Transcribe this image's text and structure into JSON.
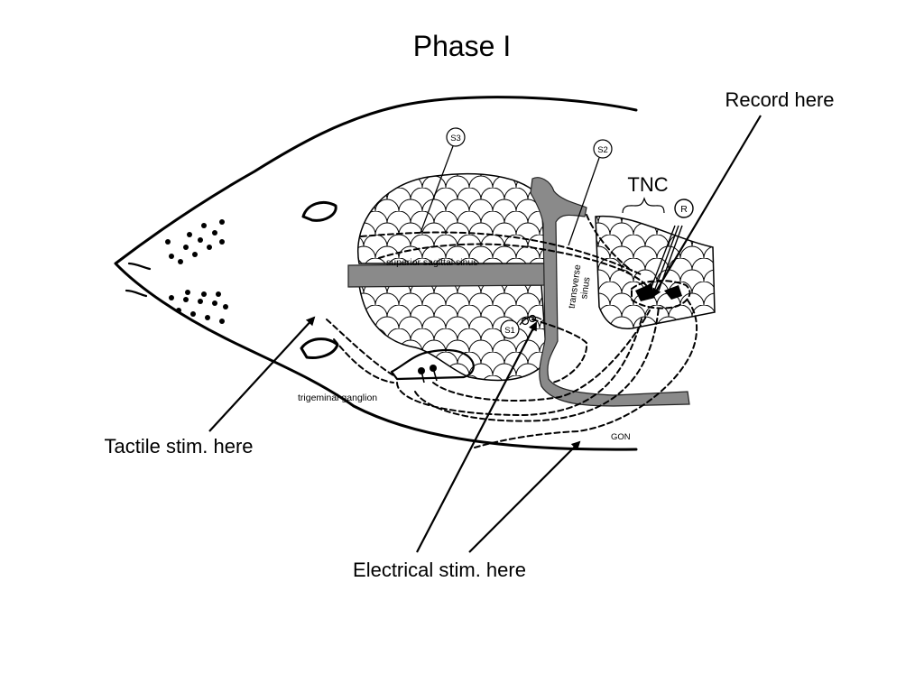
{
  "title": "Phase I",
  "callouts": {
    "record": "Record here",
    "tactile": "Tactile stim. here",
    "electrical": "Electrical stim. here"
  },
  "labels": {
    "tnc": "TNC",
    "superior_sagittal_sinus": "superior sagittal sinus",
    "transverse_sinus_line1": "transverse",
    "transverse_sinus_line2": "sinus",
    "trigeminal_ganglion": "trigeminal ganglion",
    "gon": "GON",
    "s1": "S1",
    "s2": "S2",
    "s3": "S3",
    "r": "R"
  },
  "colors": {
    "ink": "#000000",
    "sinus_fill": "#8a8a8a",
    "background": "#ffffff"
  }
}
